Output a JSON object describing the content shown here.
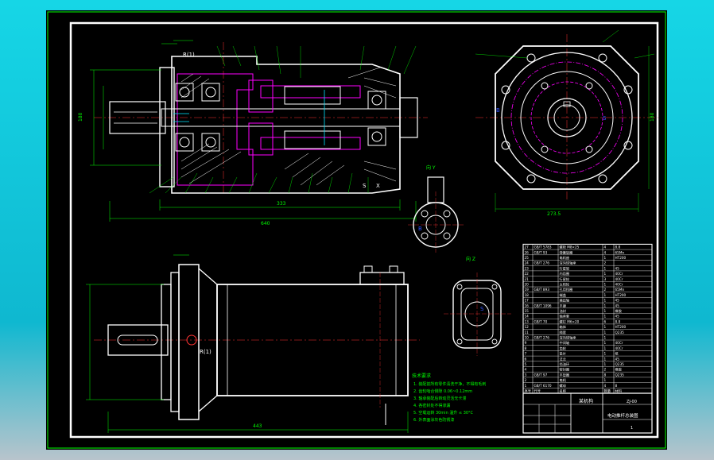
{
  "colors": {
    "background": "#13cfe0",
    "sheet": "#000000",
    "border": "#ffffff",
    "dimension": "#00ff00",
    "centerline": "#ff3333",
    "section_hatch": "#ff00ff",
    "parts": "#ffffff",
    "cyan_lines": "#00e5ff",
    "blue_lines": "#3355ff",
    "notes": "#00ff00"
  },
  "labels": {
    "r_label_top": "R(1)",
    "r_label_bottom": "R(1)",
    "view_y": "向 Y",
    "view_z": "向 Z",
    "label_b_left": "B",
    "label_b_right": "B",
    "label_s_mid": "S",
    "label_s_right": "S",
    "label_x": "X"
  },
  "dimensions": {
    "overall_length": "640",
    "section_length": "333",
    "bottom_length": "443",
    "flange_height": "180",
    "right_view_width": "273.5",
    "right_view_height": "180"
  },
  "notes": {
    "heading": "技术要求",
    "lines": [
      "1. 装配前所有零件清洗干净，不得有毛刺",
      "2. 齿轮啮合侧隙 0.06~0.12mm",
      "3. 轴承装配后转动灵活无卡滞",
      "4. 各密封处不得渗漏",
      "5. 空载运转 30min 温升 ≤ 30°C",
      "6. 外表面涂灰色防锈漆"
    ]
  },
  "title_block": {
    "name": "某机构",
    "drawing_title": "电动推杆总装图",
    "drawing_no": "ZJ-00",
    "sheet": "1"
  },
  "parts_list": {
    "headers": [
      "序号",
      "代号",
      "名称",
      "数量",
      "材料"
    ],
    "rows": [
      [
        "27",
        "GB/T 5783",
        "螺栓 M8×25",
        "4",
        "8.8"
      ],
      [
        "26",
        "GB/T 93",
        "弹簧垫圈",
        "4",
        "65Mn"
      ],
      [
        "25",
        "",
        "电机座",
        "1",
        "HT200"
      ],
      [
        "24",
        "GB/T 276",
        "深沟球轴承",
        "2",
        ""
      ],
      [
        "23",
        "",
        "行星架",
        "1",
        "45"
      ],
      [
        "22",
        "",
        "内齿圈",
        "1",
        "40Cr"
      ],
      [
        "21",
        "",
        "行星轮",
        "3",
        "40Cr"
      ],
      [
        "20",
        "",
        "太阳轮",
        "1",
        "40Cr"
      ],
      [
        "19",
        "GB/T 893",
        "孔用挡圈",
        "2",
        "65Mn"
      ],
      [
        "18",
        "",
        "端盖",
        "1",
        "HT200"
      ],
      [
        "17",
        "",
        "输出轴",
        "1",
        "45"
      ],
      [
        "16",
        "GB/T 1096",
        "平键",
        "1",
        "45"
      ],
      [
        "15",
        "",
        "油封",
        "1",
        "橡胶"
      ],
      [
        "14",
        "",
        "轴承套",
        "1",
        "45"
      ],
      [
        "13",
        "GB/T 70",
        "螺钉 M6×20",
        "6",
        "8.8"
      ],
      [
        "12",
        "",
        "箱体",
        "1",
        "HT200"
      ],
      [
        "11",
        "",
        "隔套",
        "1",
        "Q235"
      ],
      [
        "10",
        "GB/T 276",
        "深沟球轴承",
        "1",
        ""
      ],
      [
        "9",
        "",
        "中间轴",
        "1",
        "40Cr"
      ],
      [
        "8",
        "",
        "齿轮",
        "1",
        "40Cr"
      ],
      [
        "7",
        "",
        "垫片",
        "1",
        "纸"
      ],
      [
        "6",
        "",
        "法兰",
        "1",
        "45"
      ],
      [
        "5",
        "",
        "挡油环",
        "1",
        "Q235"
      ],
      [
        "4",
        "",
        "密封圈",
        "2",
        "橡胶"
      ],
      [
        "3",
        "GB/T 97",
        "平垫圈",
        "8",
        "Q235"
      ],
      [
        "2",
        "",
        "电机",
        "1",
        ""
      ],
      [
        "1",
        "GB/T 6170",
        "螺母",
        "4",
        "8"
      ]
    ]
  }
}
